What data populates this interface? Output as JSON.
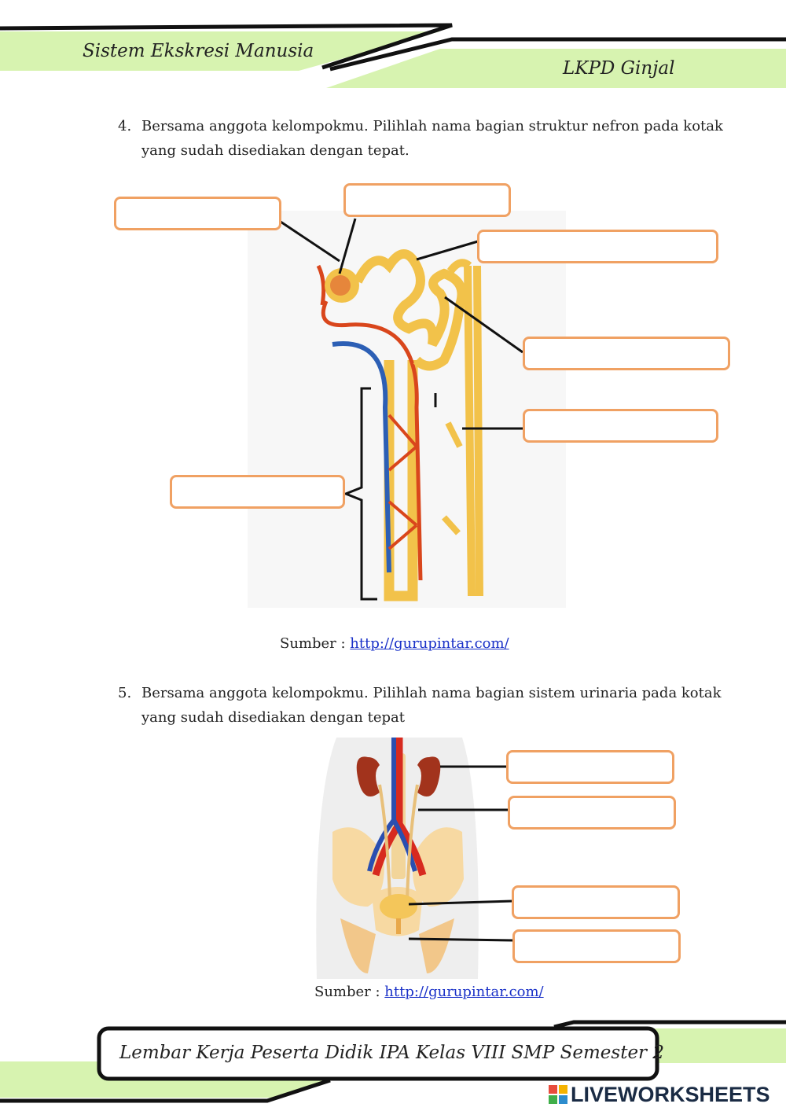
{
  "header": {
    "left_title": "Sistem Ekskresi Manusia",
    "right_title": "LKPD Ginjal"
  },
  "question4": {
    "number": "4.",
    "text": "Bersama anggota kelompokmu. Pilihlah nama bagian struktur nefron pada kotak yang sudah disediakan dengan tepat.",
    "source_label": "Sumber :",
    "source_link": "http://gurupintar.com/"
  },
  "question5": {
    "number": "5.",
    "text": "Bersama anggota kelompokmu. Pilihlah nama bagian sistem urinaria pada kotak yang sudah disediakan dengan tepat",
    "source_label": "Sumber :",
    "source_link": "http://gurupintar.com/"
  },
  "footer": {
    "title": "Lembar Kerja Peserta Didik IPA Kelas VIII SMP Semester 2"
  },
  "brand": {
    "name": "LIVEWORKSHEETS",
    "colors": [
      "#e84c3d",
      "#f5b301",
      "#3fae49",
      "#2d8ccd"
    ]
  },
  "colors": {
    "accent_green": "#d7f3b0",
    "box_border": "#f0a163",
    "link": "#1a31c8"
  }
}
